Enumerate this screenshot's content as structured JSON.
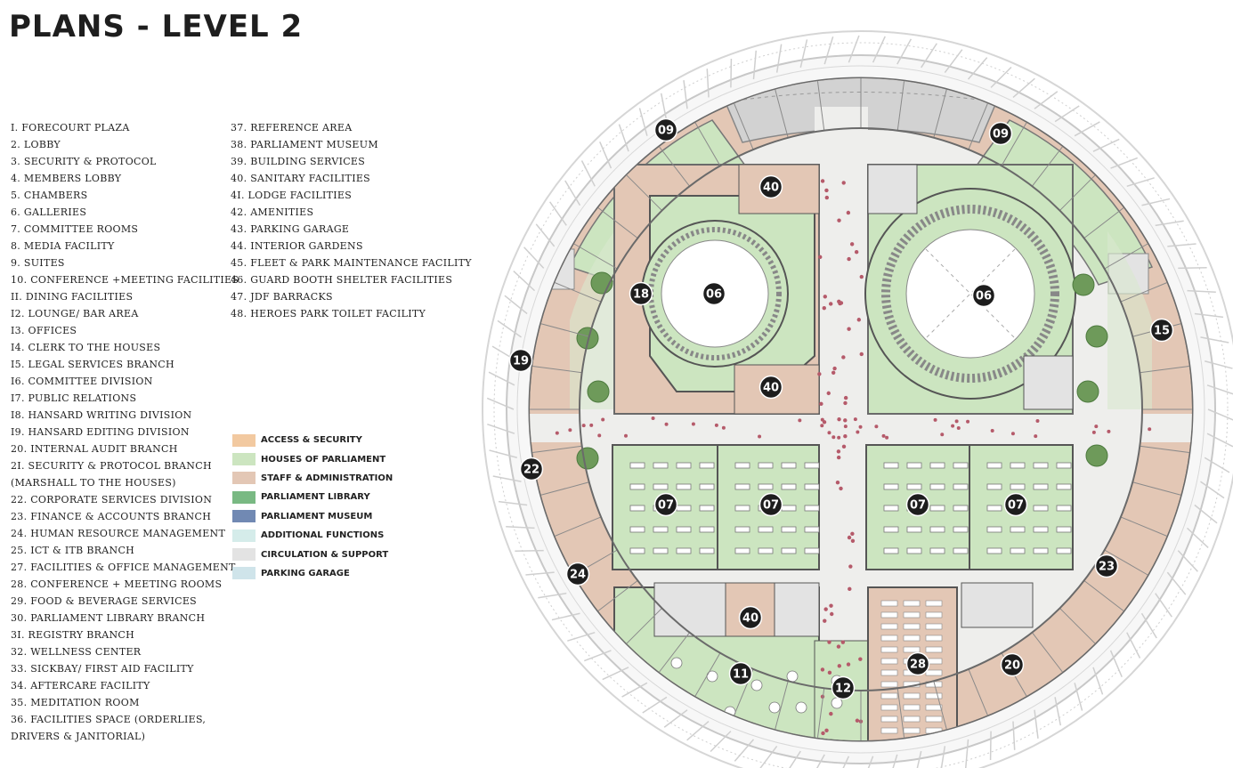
{
  "page": {
    "title": "PLANS - LEVEL 2"
  },
  "legend": {
    "column1": [
      "I. FORECOURT PLAZA",
      "2. LOBBY",
      "3. SECURITY & PROTOCOL",
      "4. MEMBERS LOBBY",
      "5. CHAMBERS",
      "6. GALLERIES",
      "7. COMMITTEE ROOMS",
      "8. MEDIA FACILITY",
      "9. SUITES",
      "10. CONFERENCE +MEETING FACILITIES",
      "II. DINING FACILITIES",
      "I2. LOUNGE/ BAR AREA",
      "I3. OFFICES",
      "I4. CLERK TO THE HOUSES",
      "I5. LEGAL SERVICES BRANCH",
      "I6. COMMITTEE DIVISION",
      "I7. PUBLIC RELATIONS",
      "I8. HANSARD WRITING DIVISION",
      "I9. HANSARD EDITING DIVISION",
      "20. INTERNAL AUDIT BRANCH",
      "2I. SECURITY & PROTOCOL BRANCH",
      "(MARSHALL TO THE HOUSES)",
      "22. CORPORATE SERVICES DIVISION",
      "23. FINANCE & ACCOUNTS BRANCH",
      "24. HUMAN RESOURCE MANAGEMENT",
      "25. ICT & ITB BRANCH",
      "27. FACILITIES & OFFICE MANAGEMENT",
      "28. CONFERENCE + MEETING ROOMS",
      "29. FOOD & BEVERAGE SERVICES",
      "30. PARLIAMENT LIBRARY BRANCH",
      "3I. REGISTRY BRANCH",
      "32. WELLNESS CENTER",
      "33. SICKBAY/ FIRST AID FACILITY",
      "34. AFTERCARE FACILITY",
      "35. MEDITATION ROOM",
      "36. FACILITIES SPACE (ORDERLIES,",
      "DRIVERS &  JANITORIAL)"
    ],
    "column2": [
      "37. REFERENCE AREA",
      "38. PARLIAMENT MUSEUM",
      "39. BUILDING SERVICES",
      "40. SANITARY FACILITIES",
      "4I. LODGE FACILITIES",
      "42. AMENITIES",
      "43. PARKING GARAGE",
      "44. INTERIOR GARDENS",
      "45. FLEET & PARK MAINTENANCE FACILITY",
      "46. GUARD BOOTH SHELTER FACILITIES",
      "47. JDF BARRACKS",
      "48. HEROES PARK TOILET FACILITY"
    ]
  },
  "color_key": [
    {
      "label": "ACCESS & SECURITY",
      "color": "#f2c9a0"
    },
    {
      "label": "HOUSES OF PARLIAMENT",
      "color": "#cce5c0"
    },
    {
      "label": "STAFF & ADMINISTRATION",
      "color": "#e3c7b5"
    },
    {
      "label": "PARLIAMENT LIBRARY",
      "color": "#79b983"
    },
    {
      "label": "PARLIAMENT MUSEUM",
      "color": "#7189b3"
    },
    {
      "label": "ADDITIONAL FUNCTIONS",
      "color": "#d5ecea"
    },
    {
      "label": "CIRCULATION & SUPPORT",
      "color": "#e3e3e3"
    },
    {
      "label": "PARKING GARAGE",
      "color": "#cfe4ea"
    }
  ],
  "room_labels": [
    "09",
    "09",
    "40",
    "18",
    "06",
    "06",
    "15",
    "19",
    "40",
    "22",
    "07",
    "07",
    "07",
    "07",
    "24",
    "23",
    "40",
    "28",
    "20",
    "11",
    "12"
  ],
  "colors": {
    "houses": "#cce5c0",
    "staff": "#e3c7b5",
    "circulation": "#e3e3e3",
    "paving": "#eeeeec",
    "label_dot": "#1d1d1d"
  }
}
